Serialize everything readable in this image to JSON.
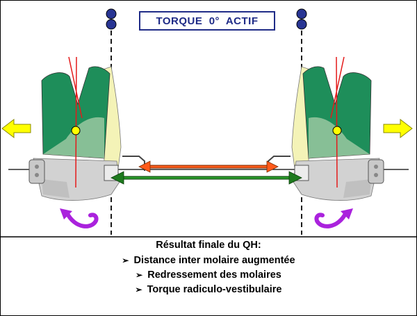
{
  "title": "TORQUE  0°  ACTIF",
  "results": {
    "heading": "Résultat finale du QH:",
    "bullet_glyph": "➢",
    "items": [
      "Distance inter molaire augmentée",
      "Redressement des molaires",
      "Torque radiculo-vestibulaire"
    ]
  },
  "colors": {
    "crown": "#1e8e5a",
    "root": "#f4f3b7",
    "body": "#d2d2d2",
    "center_point": "#ffff00",
    "torque_arrow": "#aa22dd",
    "expansion_arrow": "#ffff00",
    "orange_force": "#ff5a1a",
    "green_force": "#1e7a1e",
    "reference_dots": "#283593",
    "axis_lines": "#e41a1a",
    "title_accent": "#1f2b87"
  },
  "icons": [
    "molar-left",
    "molar-right",
    "dot-pair-left",
    "dot-pair-right",
    "expansion-arrow-left",
    "expansion-arrow-right",
    "rotation-arrow-left",
    "rotation-arrow-right",
    "bracket-left",
    "bracket-right"
  ]
}
